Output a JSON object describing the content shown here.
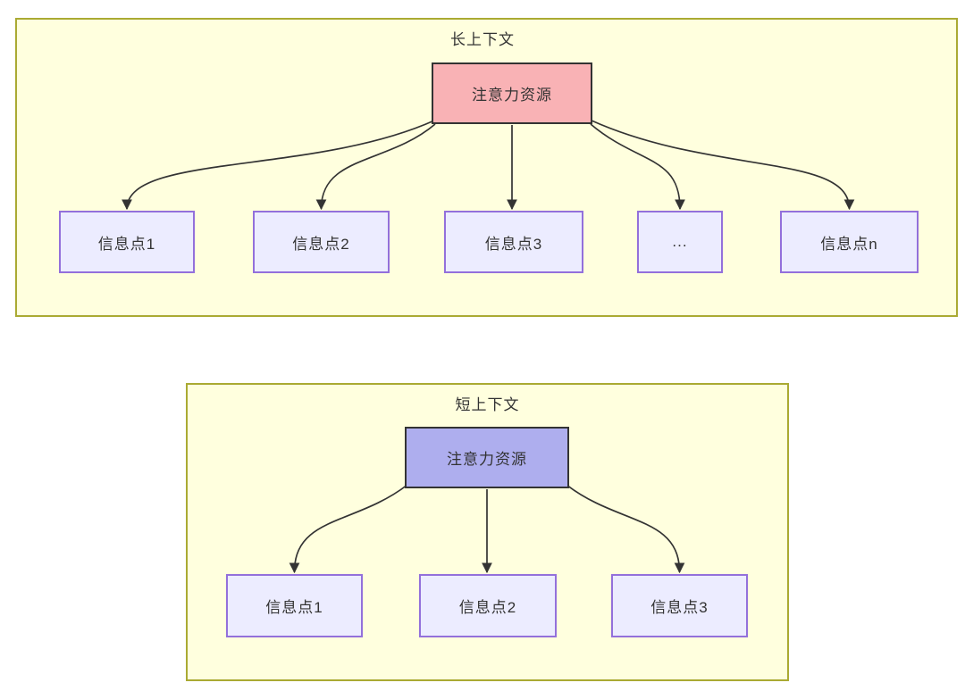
{
  "diagram": {
    "colors": {
      "panel_fill": "#ffffde",
      "panel_border": "#aaaa33",
      "child_node_fill": "#ececff",
      "child_node_border": "#9370db",
      "root_node_border": "#333333",
      "arrow": "#333333",
      "long_root_fill": "#f9b2b5",
      "short_root_fill": "#aeaeee"
    },
    "long_context": {
      "title": "长上下文",
      "root": {
        "label": "注意力资源",
        "fill": "#f9b2b5"
      },
      "children": [
        {
          "label": "信息点1"
        },
        {
          "label": "信息点2"
        },
        {
          "label": "信息点3"
        },
        {
          "label": "..."
        },
        {
          "label": "信息点n"
        }
      ]
    },
    "short_context": {
      "title": "短上下文",
      "root": {
        "label": "注意力资源",
        "fill": "#aeaeee"
      },
      "children": [
        {
          "label": "信息点1"
        },
        {
          "label": "信息点2"
        },
        {
          "label": "信息点3"
        }
      ]
    }
  }
}
